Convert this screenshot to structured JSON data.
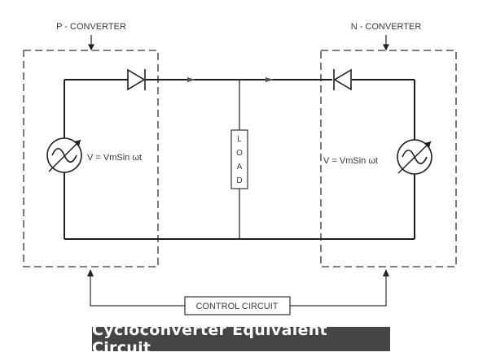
{
  "diagram": {
    "p_converter_label": "P - CONVERTER",
    "n_converter_label": "N - CONVERTER",
    "left_source_label": "V = VmSin ωt",
    "right_source_label": "V = VmSin ωt",
    "load_letters": [
      "L",
      "O",
      "A",
      "D"
    ],
    "control_circuit_label": "CONTROL CIRCUIT",
    "caption": "Cycloconverter Equivalent Circuit",
    "colors": {
      "line": "#222222",
      "text": "#3a3a3a",
      "caption_bg": "#454545",
      "caption_text": "#ffffff"
    }
  }
}
